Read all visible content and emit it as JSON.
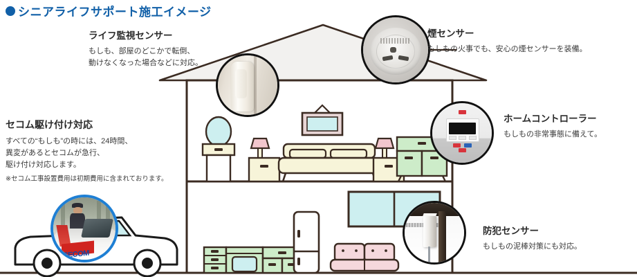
{
  "title": {
    "bullet_color": "#1160a8",
    "text": "シニアライフサポート施工イメージ"
  },
  "labels": {
    "life_sensor": {
      "heading": "ライフ監視センサー",
      "line1": "もしも、部屋のどこかで転倒、",
      "line2": "動けなくなった場合などに対応。"
    },
    "smoke_sensor": {
      "heading": "煙センサー",
      "line1": "もしもの火事でも、安心の煙センサーを装備。"
    },
    "home_controller": {
      "heading": "ホームコントローラー",
      "line1": "もしもの非常事態に備えて。"
    },
    "security_sensor": {
      "heading": "防犯センサー",
      "line1": "もしもの泥棒対策にも対応。"
    },
    "secom_dispatch": {
      "heading": "セコム駆け付け対応",
      "line1": "すべての“もしも”の時には、24時間、",
      "line2": "異変があるとセコムが急行、",
      "line3": "駆け付け対応します。",
      "note": "※セコム工事設置費用は初期費用に含まれております。"
    }
  },
  "photos": {
    "life_sensor": "wall-motion-sensor-photo",
    "smoke_sensor": "ceiling-smoke-detector-photo",
    "home_controller": "home-controller-panel-photo",
    "security_sensor": "door-magnetic-sensor-photo",
    "secom_guard": "secom-guard-car-photo",
    "secom_logo_text": "SECOM"
  },
  "house": {
    "outline_color": "#3b2b22",
    "roof_fill": "#f2f1ef",
    "wall_fill": "#ffffff",
    "furniture": {
      "cream": "#f7f4d9",
      "mint": "#cdecc9",
      "pink": "#f5d8dc",
      "cyan": "#cdeff0",
      "lamp_pink": "#f2c6cd",
      "outline": "#3b2b22"
    },
    "upper_floor_items": [
      "vanity-mirror",
      "nightstand-left",
      "lamp-left",
      "bed",
      "picture-frame",
      "lamp-right",
      "nightstand-right",
      "green-dresser"
    ],
    "lower_floor_items": [
      "kitchen-drawers",
      "oven-cabinet",
      "kitchen-counter",
      "refrigerator",
      "sofa",
      "window"
    ]
  }
}
